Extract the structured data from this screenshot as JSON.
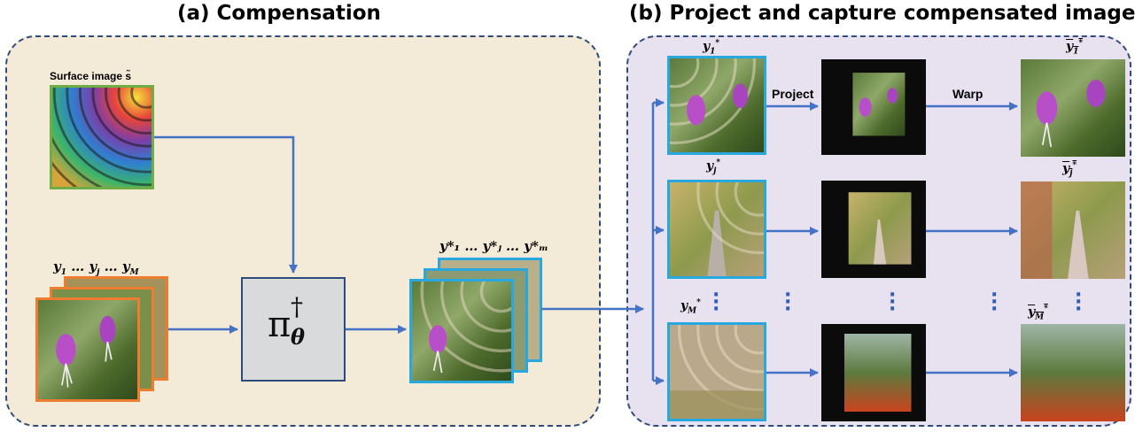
{
  "panels": {
    "a_title": "(a) Compensation",
    "b_title": "(b) Project and capture compensated images"
  },
  "surface_label": "Surface image s̃",
  "input_label": {
    "main": "y",
    "parts": [
      "1",
      " … ",
      "j",
      " … ",
      "M"
    ]
  },
  "output_label": "y*₁ … y*ⱼ … y*ₘ",
  "block": {
    "symbol": "π",
    "sup": "†",
    "sub": "θ"
  },
  "row_labels": {
    "y1": "1",
    "yj": "j",
    "yM": "M"
  },
  "actions": {
    "project": "Project",
    "warp": "Warp"
  },
  "colors": {
    "panel_a_bg": "#f3ebd7",
    "panel_b_bg": "#e7e1f0",
    "border": "#2f4b7c",
    "arrow": "#4472c4",
    "green_frame": "#70ad47",
    "orange_frame": "#ed7d31",
    "blue_frame": "#29a8e0"
  }
}
